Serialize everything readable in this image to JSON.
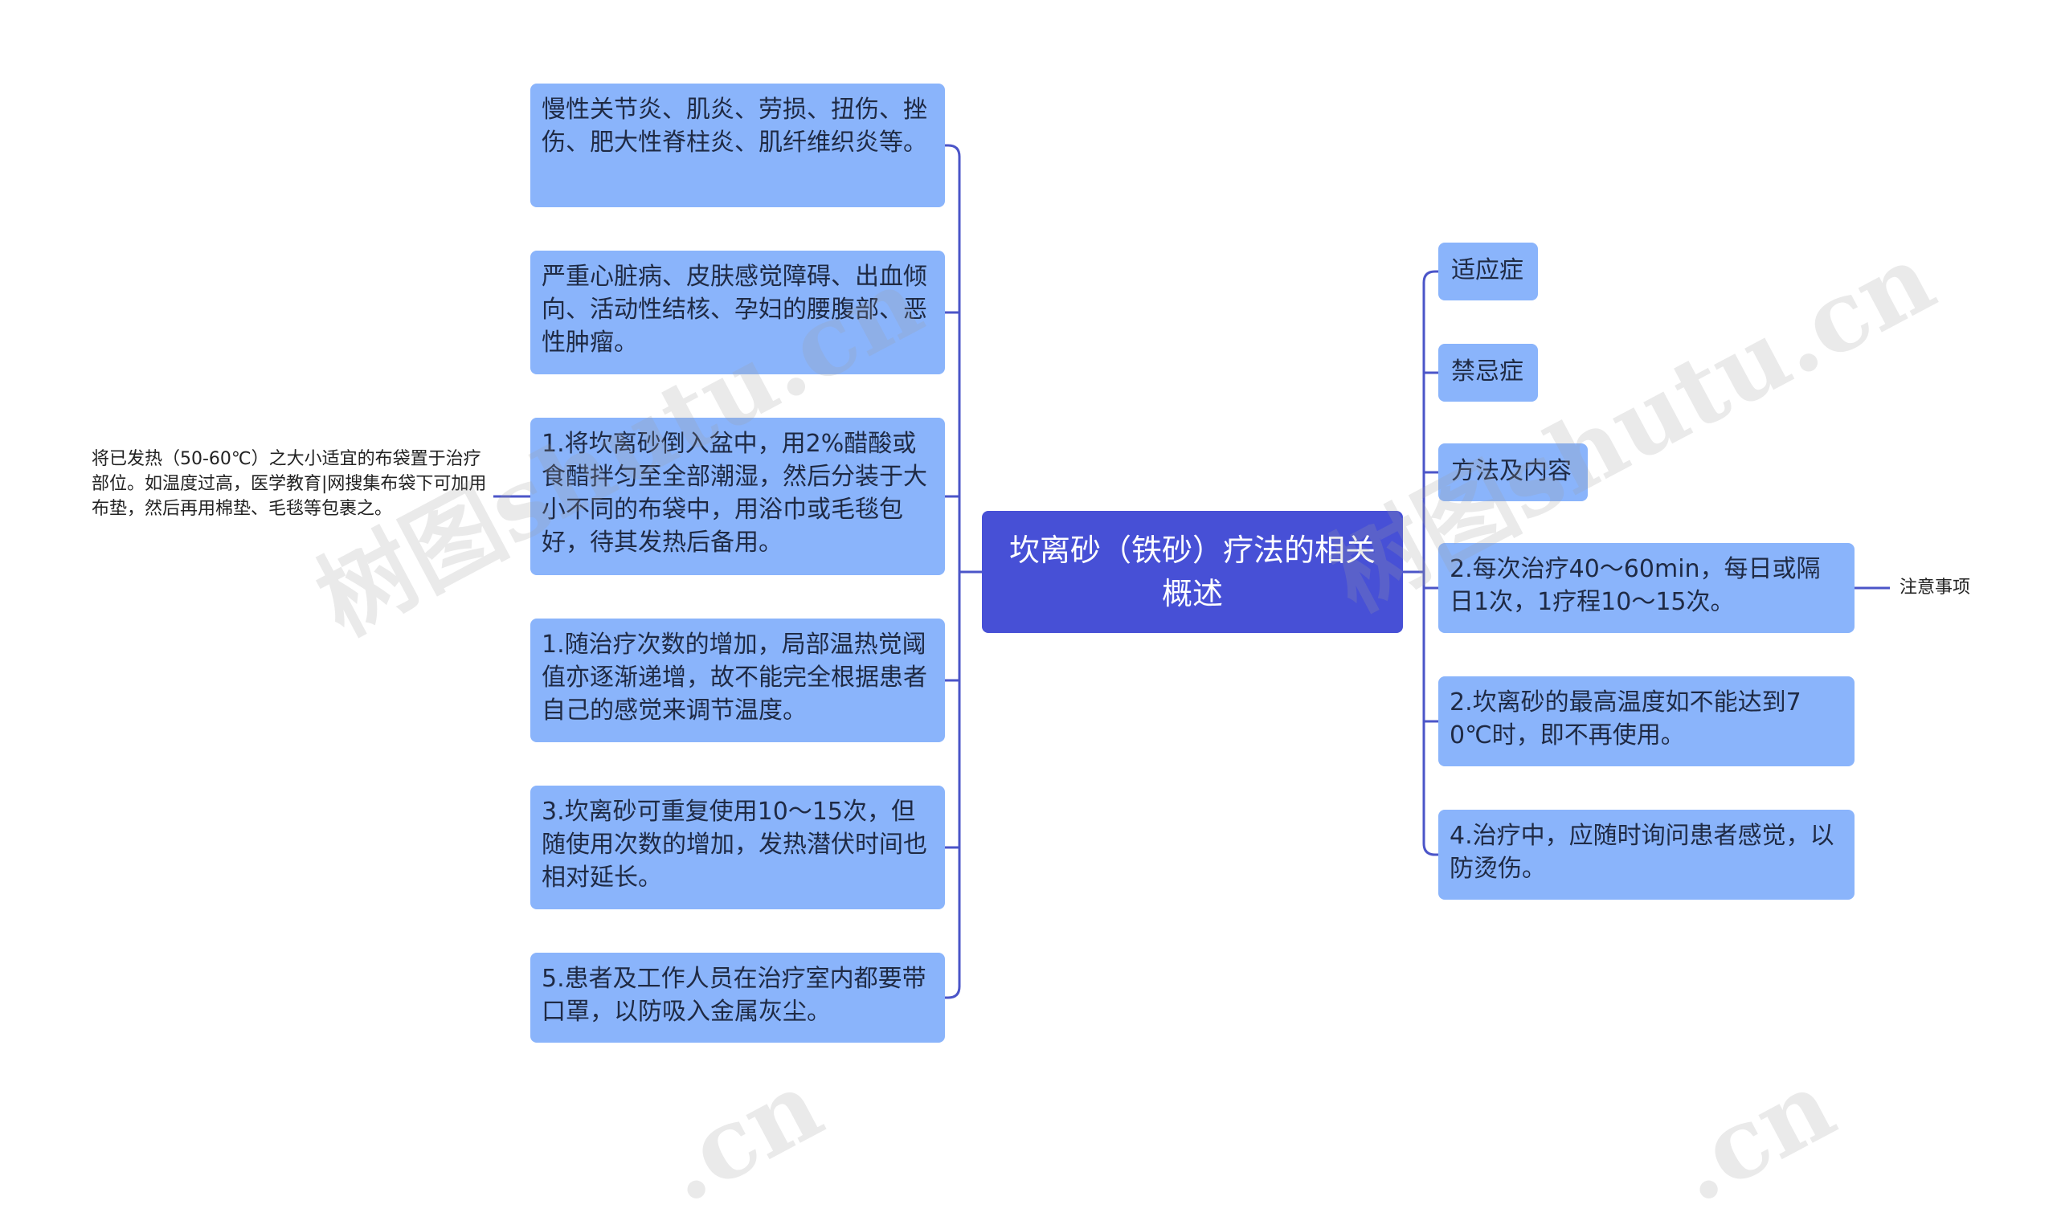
{
  "root": {
    "title": "坎离砂（铁砂）疗法的相关概述"
  },
  "left_nodes": [
    "慢性关节炎、肌炎、劳损、扭伤、挫伤、肥大性脊柱炎、肌纤维织炎等。",
    "严重心脏病、皮肤感觉障碍、出血倾向、活动性结核、孕妇的腰腹部、恶性肿瘤。",
    "1.将坎离砂倒入盆中，用2%醋酸或食醋拌匀至全部潮湿，然后分装于大小不同的布袋中，用浴巾或毛毯包好，待其发热后备用。",
    "1.随治疗次数的增加，局部温热觉阈值亦逐渐递增，故不能完全根据患者自己的感觉来调节温度。",
    "3.坎离砂可重复使用10～15次，但随使用次数的增加，发热潜伏时间也相对延长。",
    "5.患者及工作人员在治疗室内都要带口罩，以防吸入金属灰尘。"
  ],
  "left_child": "将已发热（50-60℃）之大小适宜的布袋置于治疗部位。如温度过高，医学教育|网搜集布袋下可加用布垫，然后再用棉垫、毛毯等包裹之。",
  "right_nodes": [
    "适应症",
    "禁忌症",
    "方法及内容",
    "2.每次治疗40～60min，每日或隔日1次，1疗程10～15次。",
    "2.坎离砂的最高温度如不能达到70℃时，即不再使用。",
    "4.治疗中，应随时询问患者感觉，以防烫伤。"
  ],
  "right_child": "注意事项",
  "watermarks": [
    "树图shutu.cn",
    "树图shutu.cn",
    ".cn",
    ".cn"
  ],
  "colors": {
    "root": "#4750d6",
    "node": "#8ab4fb",
    "line": "#4b55c8"
  }
}
